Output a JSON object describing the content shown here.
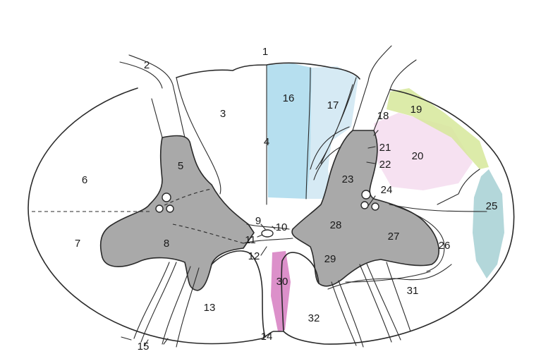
{
  "labels": {
    "l1": "1",
    "l2": "2",
    "l3": "3",
    "l4": "4",
    "l5": "5",
    "l6": "6",
    "l7": "7",
    "l8": "8",
    "l9": "9",
    "l10": "10",
    "l11": "11",
    "l12": "12",
    "l13": "13",
    "l14": "14",
    "l15": "15",
    "l16": "16",
    "l17": "17",
    "l18": "18",
    "l19": "19",
    "l20": "20",
    "l21": "21",
    "l22": "22",
    "l23": "23",
    "l24": "24",
    "l25": "25",
    "l26": "26",
    "l27": "27",
    "l28": "28",
    "l29": "29",
    "l30": "30",
    "l31": "31",
    "l32": "32"
  },
  "colors": {
    "tract_16": "#a9d9ec",
    "tract_17": "#cfe6f2",
    "tract_19": "#d6e79a",
    "tract_20": "#f4dcef",
    "tract_25": "#a6d0d3",
    "tract_30": "#d67cc1",
    "grey_matter": "#a9a9a9"
  }
}
